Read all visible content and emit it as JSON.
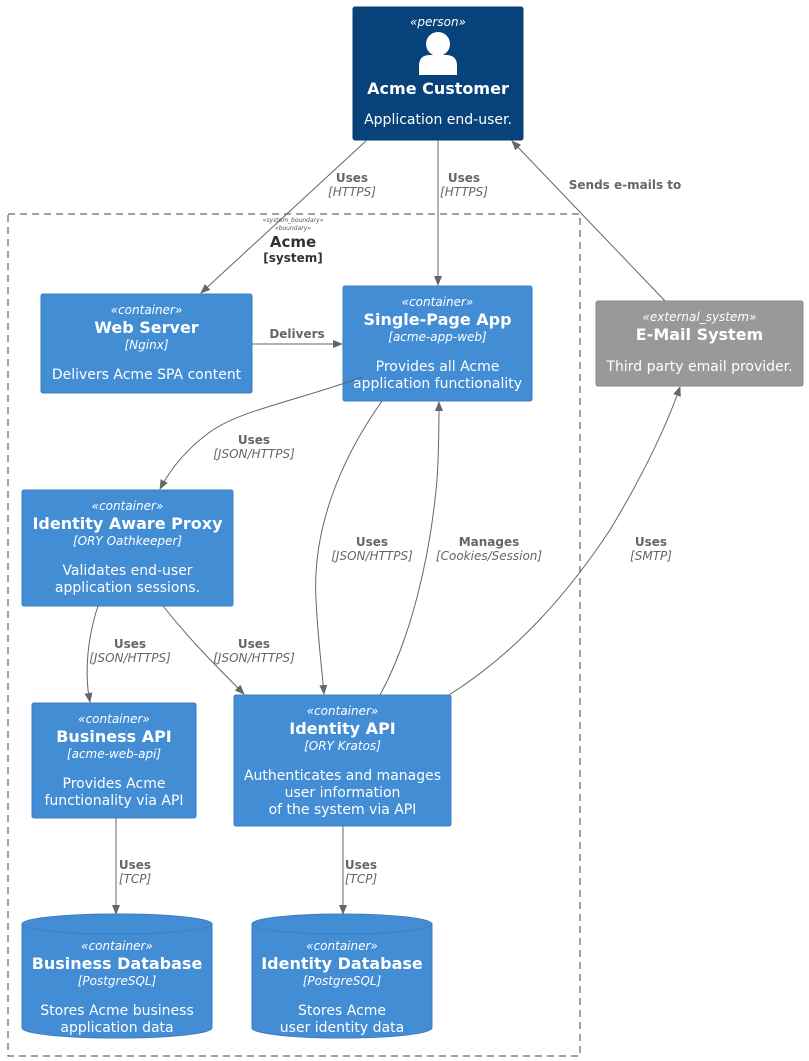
{
  "colors": {
    "person": "#08427b",
    "container": "#438dd5",
    "external": "#999999",
    "arrow": "#666666",
    "boundary": "#444444"
  },
  "person": {
    "stereotype": "«person»",
    "name": "Acme Customer",
    "description": "Application end-user.",
    "icon": "person-icon"
  },
  "external_system": {
    "stereotype": "«external_system»",
    "name": "E-Mail System",
    "description": "Third party email provider."
  },
  "boundary": {
    "stereotype_1": "«system_boundary»",
    "stereotype_2": "«boundary»",
    "name": "Acme",
    "type": "[system]"
  },
  "containers": {
    "web_server": {
      "stereotype": "«container»",
      "name": "Web Server",
      "technology": "[Nginx]",
      "description": "Delivers Acme SPA content"
    },
    "spa": {
      "stereotype": "«container»",
      "name": "Single-Page App",
      "technology": "[acme-app-web]",
      "description": "Provides all Acme\napplication functionality"
    },
    "proxy": {
      "stereotype": "«container»",
      "name": "Identity Aware Proxy",
      "technology": "[ORY Oathkeeper]",
      "description": "Validates end-user\napplication sessions."
    },
    "business_api": {
      "stereotype": "«container»",
      "name": "Business API",
      "technology": "[acme-web-api]",
      "description": "Provides Acme\nfunctionality via API"
    },
    "identity_api": {
      "stereotype": "«container»",
      "name": "Identity API",
      "technology": "[ORY Kratos]",
      "description": "Authenticates and manages\nuser information\nof the system via API"
    },
    "business_db": {
      "stereotype": "«container»",
      "name": "Business Database",
      "technology": "[PostgreSQL]",
      "description": "Stores Acme business\napplication data"
    },
    "identity_db": {
      "stereotype": "«container»",
      "name": "Identity Database",
      "technology": "[PostgreSQL]",
      "description": "Stores Acme\nuser identity data"
    }
  },
  "relations": {
    "customer_webserver": {
      "label": "Uses",
      "tech": "[HTTPS]"
    },
    "customer_spa": {
      "label": "Uses",
      "tech": "[HTTPS]"
    },
    "email_customer": {
      "label": "Sends e-mails to",
      "tech": ""
    },
    "webserver_spa": {
      "label": "Delivers",
      "tech": ""
    },
    "spa_proxy": {
      "label": "Uses",
      "tech": "[JSON/HTTPS]"
    },
    "spa_identity": {
      "label": "Uses",
      "tech": "[JSON/HTTPS]"
    },
    "identity_spa": {
      "label": "Manages",
      "tech": "[Cookies/Session]"
    },
    "identity_email": {
      "label": "Uses",
      "tech": "[SMTP]"
    },
    "proxy_business": {
      "label": "Uses",
      "tech": "[JSON/HTTPS]"
    },
    "proxy_identity": {
      "label": "Uses",
      "tech": "[JSON/HTTPS]"
    },
    "business_db": {
      "label": "Uses",
      "tech": "[TCP]"
    },
    "identity_db": {
      "label": "Uses",
      "tech": "[TCP]"
    }
  }
}
